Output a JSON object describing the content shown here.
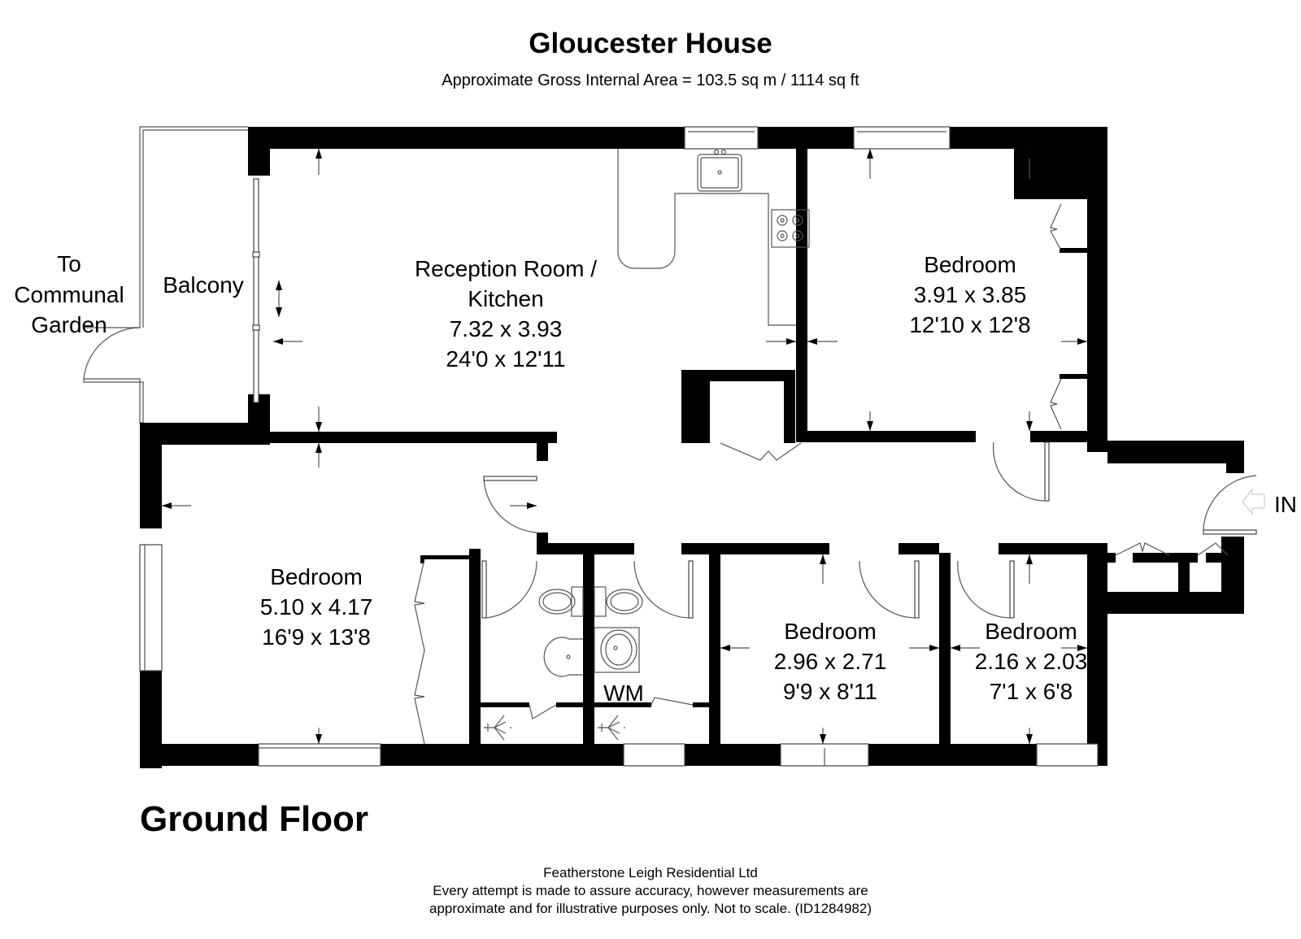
{
  "header": {
    "title": "Gloucester House",
    "subtitle": "Approximate Gross Internal Area = 103.5 sq m / 1114 sq ft"
  },
  "floor_label": "Ground Floor",
  "rooms": [
    {
      "id": "reception",
      "name_line1": "Reception Room /",
      "name_line2": "Kitchen",
      "metric": "7.32 x 3.93",
      "imperial": "24'0 x 12'11"
    },
    {
      "id": "bedroom1",
      "name": "Bedroom",
      "metric": "3.91 x 3.85",
      "imperial": "12'10 x 12'8"
    },
    {
      "id": "bedroom2",
      "name": "Bedroom",
      "metric": "5.10 x 4.17",
      "imperial": "16'9 x 13'8"
    },
    {
      "id": "bedroom3",
      "name": "Bedroom",
      "metric": "2.96 x 2.71",
      "imperial": "9'9 x 8'11"
    },
    {
      "id": "bedroom4",
      "name": "Bedroom",
      "metric": "2.16 x 2.03",
      "imperial": "7'1 x 6'8"
    }
  ],
  "labels": {
    "balcony": "Balcony",
    "garden_line1": "To",
    "garden_line2": "Communal",
    "garden_line3": "Garden",
    "wm": "WM",
    "entrance": "IN"
  },
  "footer": {
    "company": "Featherstone Leigh Residential Ltd",
    "disclaimer_line1": "Every attempt is made to assure accuracy, however measurements are",
    "disclaimer_line2": "approximate and for illustrative purposes only. Not to scale. (ID1284982)"
  },
  "icons": {
    "sink": "sink-icon",
    "hob": "hob-icon",
    "toilet": "toilet-icon",
    "basin": "basin-icon",
    "shower": "shower-icon",
    "entrance_arrow": "entrance-arrow-icon"
  }
}
